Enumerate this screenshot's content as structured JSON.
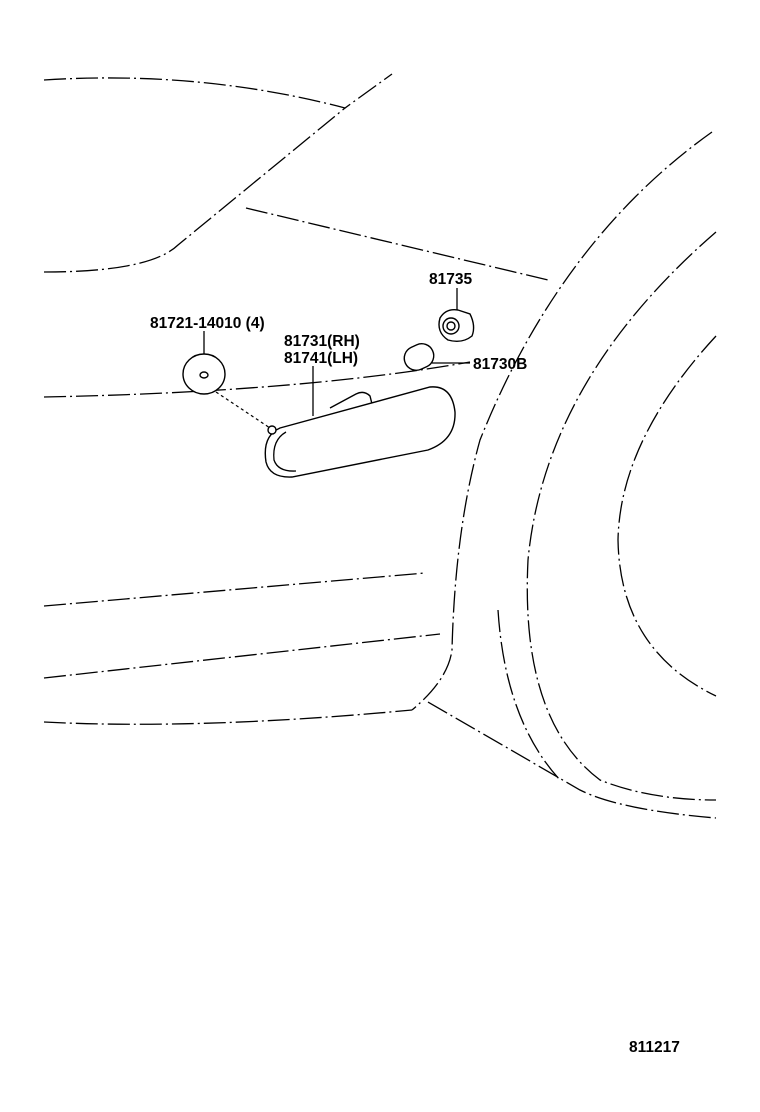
{
  "callouts": {
    "bulb_holder": "81735",
    "bulb": "81730B",
    "nut": "81721-14010 (4)",
    "lamp_rh": "81731(RH)",
    "lamp_lh": "81741(LH)"
  },
  "diagram_id": "811217"
}
